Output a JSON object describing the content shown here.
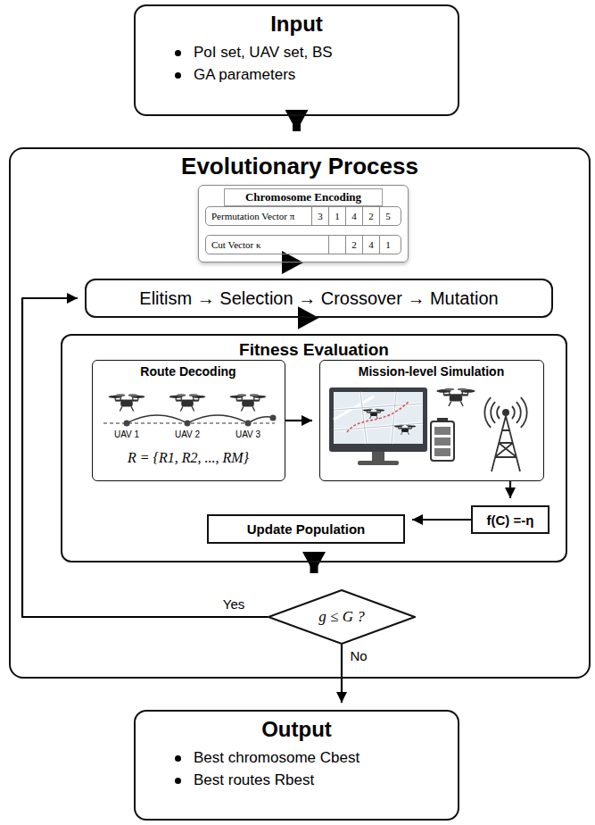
{
  "diagram": {
    "nodes": [
      {
        "text": [
          "Input",
          "PoI set, UAV set, BS",
          "GA parameters"
        ]
      },
      {
        "text": [
          "Evolutionary Process"
        ]
      },
      {
        "text": [
          "Chromosome Encoding"
        ],
        "in": 1
      },
      {
        "text": [
          "Permutation Vector π",
          "3",
          "1",
          "4",
          "2",
          "5"
        ],
        "in": 2
      },
      {
        "text": [
          "Cut Vector κ",
          "2",
          "4",
          "1"
        ],
        "in": 2
      },
      {
        "text": [
          "Elitism → Selection → Crossover → Mutation"
        ],
        "in": 1
      },
      {
        "text": [
          "Fitness Evaluation"
        ],
        "in": 1
      },
      {
        "text": [
          "Route Decoding",
          "UAV 1",
          "UAV 2",
          "UAV 3",
          "R = {R1, R2, ..., RM}"
        ],
        "in": 6
      },
      {
        "text": [
          "Mission-level Simulation"
        ],
        "in": 6
      },
      {
        "text": [
          "Update Population"
        ],
        "in": 6
      },
      {
        "text": [
          "f(C) =-η"
        ],
        "in": 6
      },
      {
        "text": [
          "g ≤ G ?"
        ],
        "in": 1
      },
      {
        "text": [
          "Output",
          "Best chromosome Cbest",
          "Best routes Rbest"
        ]
      }
    ],
    "edges": [
      {
        "from": 0,
        "to": 1,
        "arrow": "to"
      },
      {
        "from": 2,
        "to": 5,
        "arrow": "to"
      },
      {
        "from": 5,
        "to": 6,
        "arrow": "to"
      },
      {
        "from": 7,
        "to": 8,
        "arrow": "to"
      },
      {
        "from": 8,
        "to": 10,
        "arrow": "to"
      },
      {
        "from": 10,
        "to": 9,
        "arrow": "to"
      },
      {
        "from": 6,
        "to": 11,
        "arrow": "to"
      },
      {
        "from": 11,
        "to": 5,
        "label": "Yes",
        "arrow": "to"
      },
      {
        "from": 11,
        "to": 12,
        "label": "No",
        "arrow": "to"
      }
    ]
  }
}
